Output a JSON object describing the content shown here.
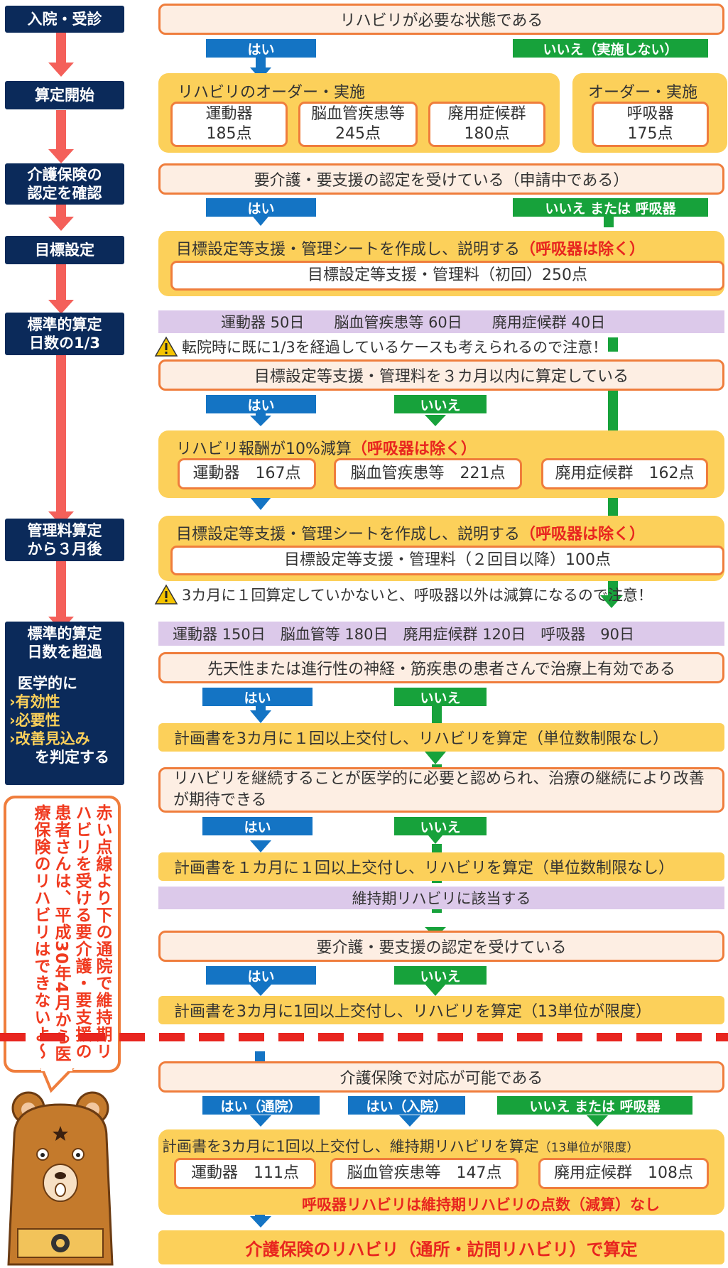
{
  "stages": [
    "入院・受診",
    "算定開始",
    "介護保険の\n認定を確認",
    "目標設定",
    "標準的算定\n日数の1/3",
    "管理料算定\nから３月後",
    "標準的算定\n日数を超過"
  ],
  "judgement": {
    "title": "医学的に",
    "items": [
      "有効性",
      "必要性",
      "改善見込み"
    ],
    "tail": "を判定する"
  },
  "mascot_message": "赤い点線より下の通院で維持期リハビリを受ける要介護・要支援の患者さんは、平成30年4月から医療保険のリハビリはできないよ～",
  "q1": "リハビリが必要な状態である",
  "yes": "はい",
  "no_not_done": "いいえ（実施しない）",
  "order": {
    "title": "リハビリのオーダー・実施",
    "items": [
      "運動器\n185点",
      "脳血管疾患等\n245点",
      "廃用症候群\n180点"
    ],
    "right_title": "オーダー・実施",
    "right_item": "呼吸器\n175点"
  },
  "q2": "要介護・要支援の認定を受けている（申請中である）",
  "no_or_resp": "いいえ または 呼吸器",
  "goal1": {
    "text": "目標設定等支援・管理シートを作成し、説明する",
    "red": "（呼吸器は除く）",
    "fee": "目標設定等支援・管理料（初回）250点"
  },
  "days_third": "運動器 50日　　脳血管疾患等 60日　　廃用症候群 40日",
  "warn1": "転院時に既に1/3を経過しているケースも考えられるので注意！",
  "q3": "目標設定等支援・管理料を３カ月以内に算定している",
  "no": "いいえ",
  "reduction": {
    "text": "リハビリ報酬が10%減算",
    "red": "（呼吸器は除く）",
    "items": [
      "運動器　167点",
      "脳血管疾患等　221点",
      "廃用症候群　162点"
    ]
  },
  "goal2": {
    "text": "目標設定等支援・管理シートを作成し、説明する",
    "red": "（呼吸器は除く）",
    "fee": "目標設定等支援・管理料（２回目以降）100点"
  },
  "warn2": "3カ月に１回算定していかないと、呼吸器以外は減算になるので注意！",
  "days_full": "運動器 150日　脳血管等 180日　廃用症候群 120日　呼吸器　90日",
  "q4": "先天性または進行性の神経・筋疾患の患者さんで治療上有効である",
  "plan_3m_unlimited": "計画書を3カ月に１回以上交付し、リハビリを算定（単位数制限なし）",
  "q5": "リハビリを継続することが医学的に必要と認められ、治療の継続により改善が期待できる",
  "plan_1m_unlimited": "計画書を１カ月に１回以上交付し、リハビリを算定（単位数制限なし）",
  "maintenance": "維持期リハビリに該当する",
  "q6": "要介護・要支援の認定を受けている",
  "plan_13": "計画書を3カ月に1回以上交付し、リハビリを算定（13単位が限度）",
  "q7": "介護保険で対応が可能である",
  "yes_outpatient": "はい（通院）",
  "yes_inpatient": "はい（入院）",
  "maint_calc": {
    "text": "計画書を3カ月に1回以上交付し、維持期リハビリを算定",
    "small": "（13単位が限度）",
    "items": [
      "運動器　111点",
      "脳血管疾患等　147点",
      "廃用症候群　108点"
    ],
    "red": "呼吸器リハビリは維持期リハビリの点数（減算）なし"
  },
  "final": "介護保険のリハビリ（通所・訪問リハビリ）で算定"
}
